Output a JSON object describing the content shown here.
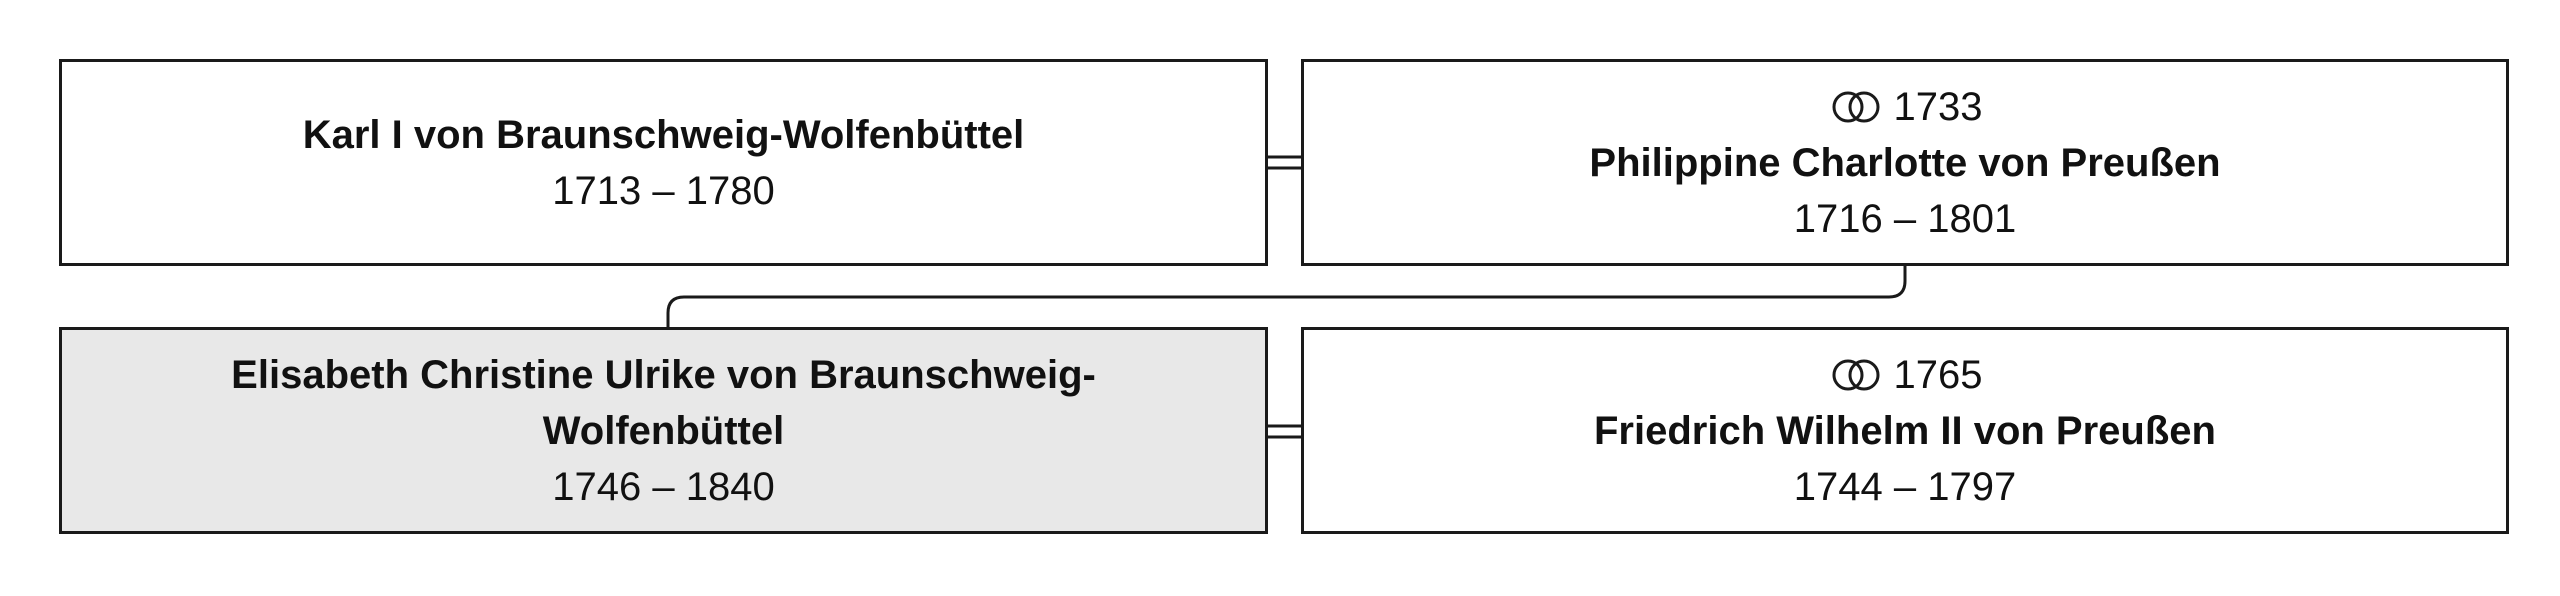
{
  "people": {
    "karl": {
      "name": "Karl I von Braunschweig-Wolfenbüttel",
      "dates": "1713 – 1780"
    },
    "philippine": {
      "marriage_year": "1733",
      "name": "Philippine Charlotte von Preußen",
      "dates": "1716 – 1801"
    },
    "elisabeth": {
      "name": "Elisabeth Christine Ulrike von Braunschweig-Wolfenbüttel",
      "dates": "1746 – 1840"
    },
    "friedrich": {
      "marriage_year": "1765",
      "name": "Friedrich Wilhelm II von Preußen",
      "dates": "1744 – 1797"
    }
  },
  "icons": {
    "marriage": "interlocking-rings-icon"
  },
  "colors": {
    "border": "#1a1a1a",
    "highlight_fill": "#e8e8e8",
    "background": "#ffffff"
  }
}
